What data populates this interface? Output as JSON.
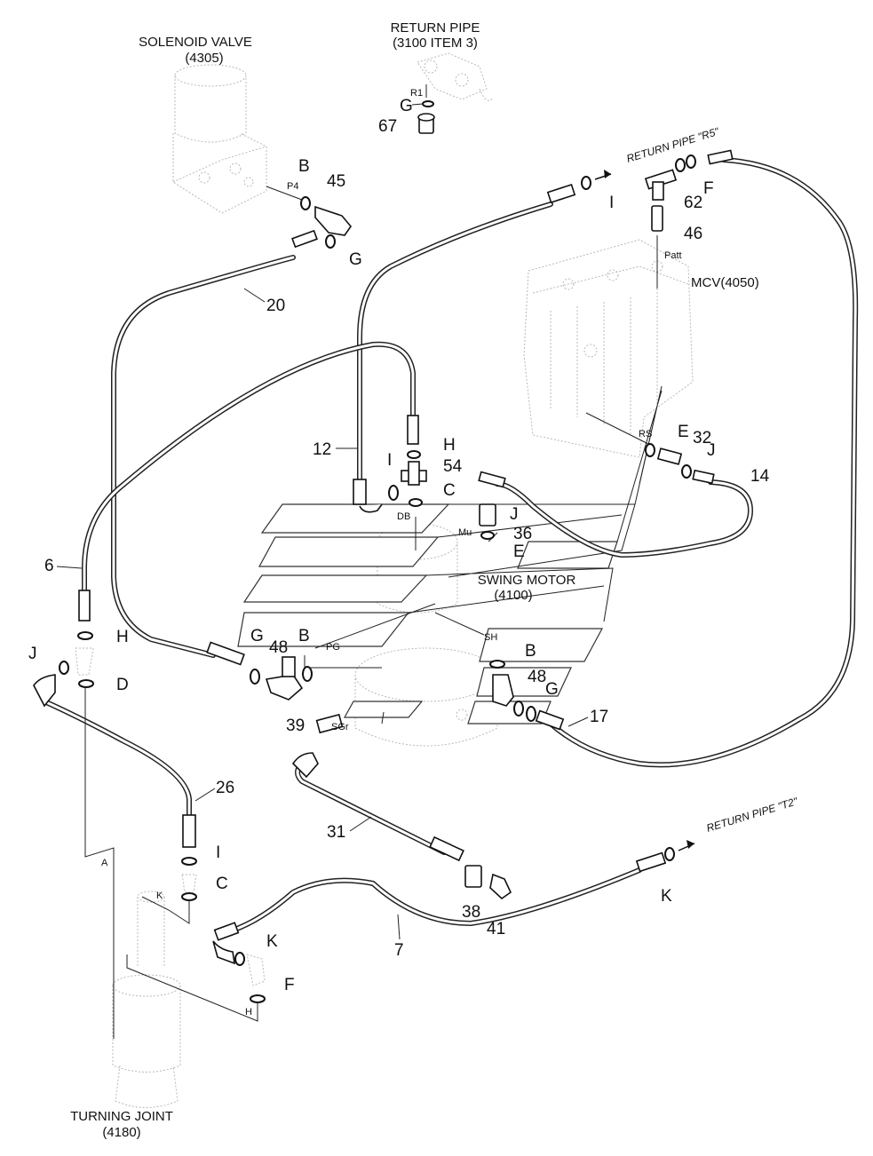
{
  "components": {
    "solenoid_valve": {
      "name": "SOLENOID VALVE",
      "code": "(4305)"
    },
    "return_pipe": {
      "name": "RETURN PIPE",
      "code": "(3100 ITEM 3)"
    },
    "mcv": {
      "name": "MCV(4050)"
    },
    "swing_motor": {
      "name": "SWING MOTOR",
      "code": "(4100)"
    },
    "turning_joint": {
      "name": "TURNING JOINT",
      "code": "(4180)"
    }
  },
  "arrows": {
    "return_r5": "RETURN PIPE \"R5\"",
    "return_t2": "RETURN PIPE \"T2\""
  },
  "ports": {
    "r1": "R1",
    "p4": "P4",
    "patt": "Patt",
    "rs": "RS",
    "db": "DB",
    "mu": "Mu",
    "pg": "PG",
    "sh": "SH",
    "sgr": "SGr",
    "a": "A",
    "k": "K",
    "h": "H"
  },
  "callouts": {
    "g_top": "G",
    "n67": "67",
    "b_sv": "B",
    "n45": "45",
    "g_sv": "G",
    "n20": "20",
    "i_r5": "I",
    "f_tee": "F",
    "n62": "62",
    "n46": "46",
    "n12": "12",
    "h_mid": "H",
    "i_mid": "I",
    "n54": "54",
    "c_mid": "C",
    "e_rs": "E",
    "n32": "32",
    "j_rs": "J",
    "n14": "14",
    "j_mid": "J",
    "n36": "36",
    "e_mid": "E",
    "n6": "6",
    "h_left": "H",
    "j_left": "J",
    "d_left": "D",
    "g_48": "G",
    "n48": "48",
    "b_48": "B",
    "n39": "39",
    "b_sh": "B",
    "n48b": "48",
    "g_sh": "G",
    "n17": "17",
    "n26": "26",
    "i_bot": "I",
    "c_bot": "C",
    "n31": "31",
    "n38": "38",
    "n41": "41",
    "n7": "7",
    "k_bot": "K",
    "f_bot": "F",
    "k_t2": "K"
  }
}
